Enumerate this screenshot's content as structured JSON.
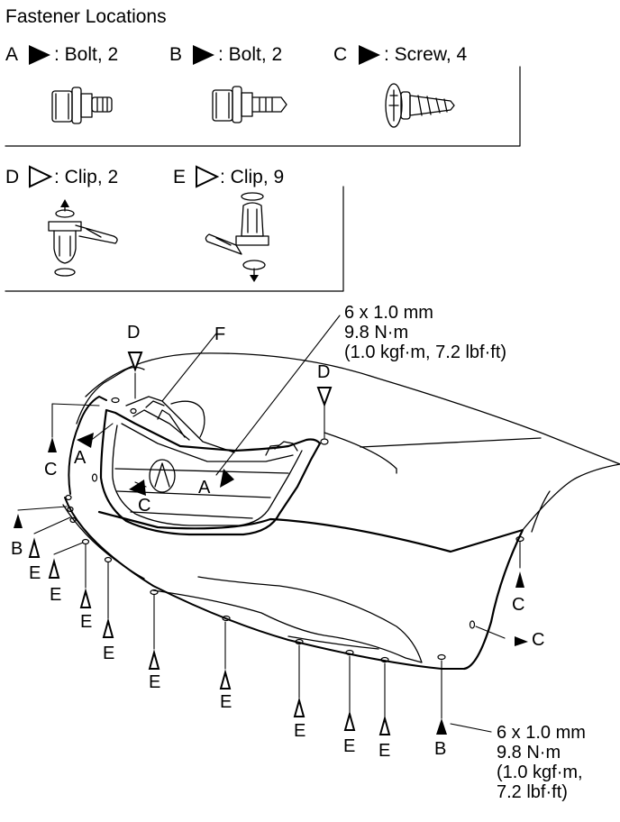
{
  "title": "Fastener Locations",
  "legend": [
    {
      "letter": "A",
      "text": ": Bolt, 2",
      "marker": "filled-triangle"
    },
    {
      "letter": "B",
      "text": ": Bolt, 2",
      "marker": "filled-triangle"
    },
    {
      "letter": "C",
      "text": ": Screw, 4",
      "marker": "filled-triangle"
    },
    {
      "letter": "D",
      "text": ": Clip, 2",
      "marker": "outline-triangle"
    },
    {
      "letter": "E",
      "text": ": Clip, 9",
      "marker": "outline-triangle"
    }
  ],
  "callouts": {
    "top_spec": "6 x 1.0 mm\n9.8 N·m\n(1.0 kgf·m, 7.2 lbf·ft)",
    "bottom_spec": "6 x 1.0 mm\n9.8 N·m\n(1.0 kgf·m,\n7.2 lbf·ft)"
  },
  "labels": {
    "A": "A",
    "B": "B",
    "C": "C",
    "D": "D",
    "E": "E",
    "F": "F"
  }
}
